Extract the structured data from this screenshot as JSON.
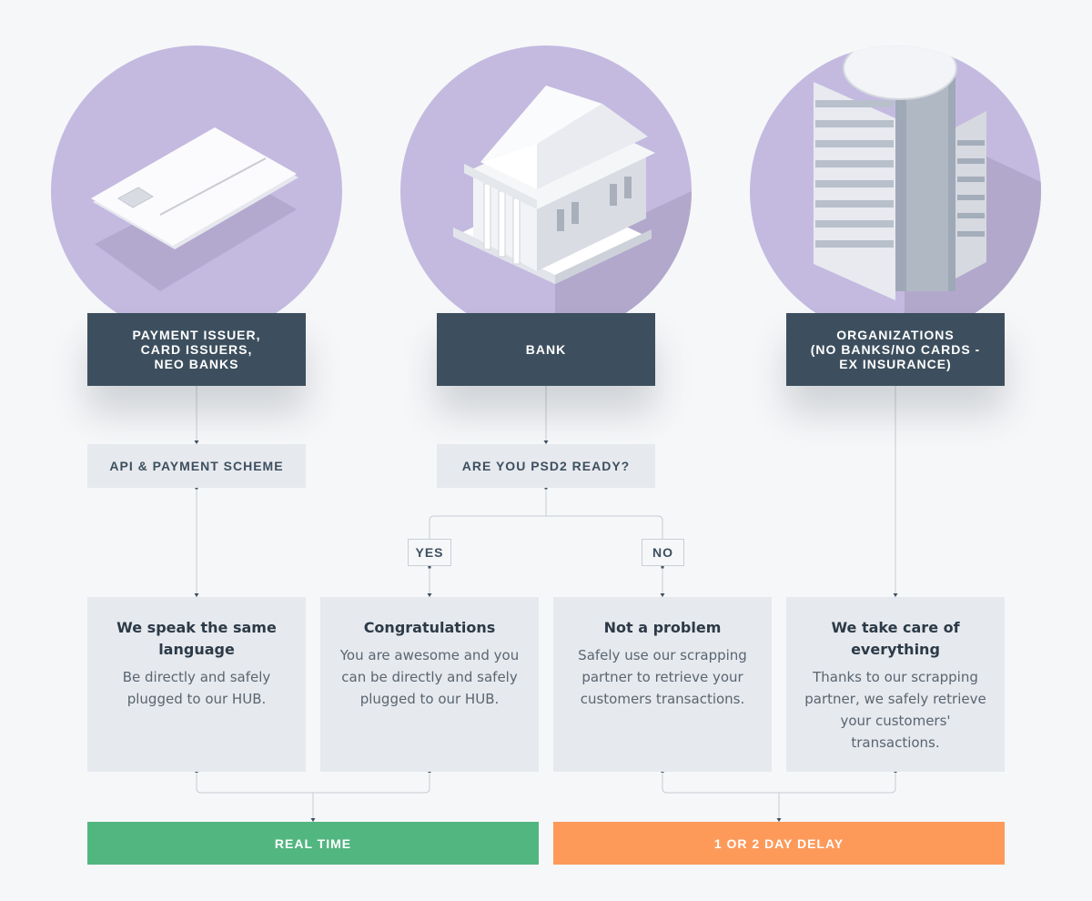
{
  "categories": [
    {
      "label": "PAYMENT ISSUER,\nCARD ISSUERS,\nNEO BANKS",
      "illustration": "credit-card"
    },
    {
      "label": "BANK",
      "illustration": "bank-building"
    },
    {
      "label": "ORGANIZATIONS\n(NO BANKS/NO CARDS -\nEX INSURANCE)",
      "illustration": "office-tower"
    }
  ],
  "questions": {
    "api": "API & PAYMENT SCHEME",
    "psd2": "ARE YOU PSD2 READY?"
  },
  "branches": {
    "yes": "YES",
    "no": "NO"
  },
  "outcomes": [
    {
      "title": "We speak the same language",
      "text": "Be directly and safely plugged to our HUB."
    },
    {
      "title": "Congratulations",
      "text": "You are awesome and you can be directly and safely plugged to our HUB."
    },
    {
      "title": "Not a problem",
      "text": "Safely use our scrapping partner to retrieve your customers transactions."
    },
    {
      "title": "We take care of everything",
      "text": "Thanks to our scrapping partner, we safely retrieve your customers' transactions."
    }
  ],
  "results": {
    "realtime": {
      "label": "REAL TIME",
      "color": "#52b680"
    },
    "delay": {
      "label": "1 OR 2 DAY DELAY",
      "color": "#fd9a5a"
    }
  },
  "colors": {
    "circle": "#c4bae0",
    "dark_box": "#3d4f5e",
    "light_box": "#e6e9ee",
    "connector": "#c6ccd4",
    "background": "#f6f7f9"
  }
}
